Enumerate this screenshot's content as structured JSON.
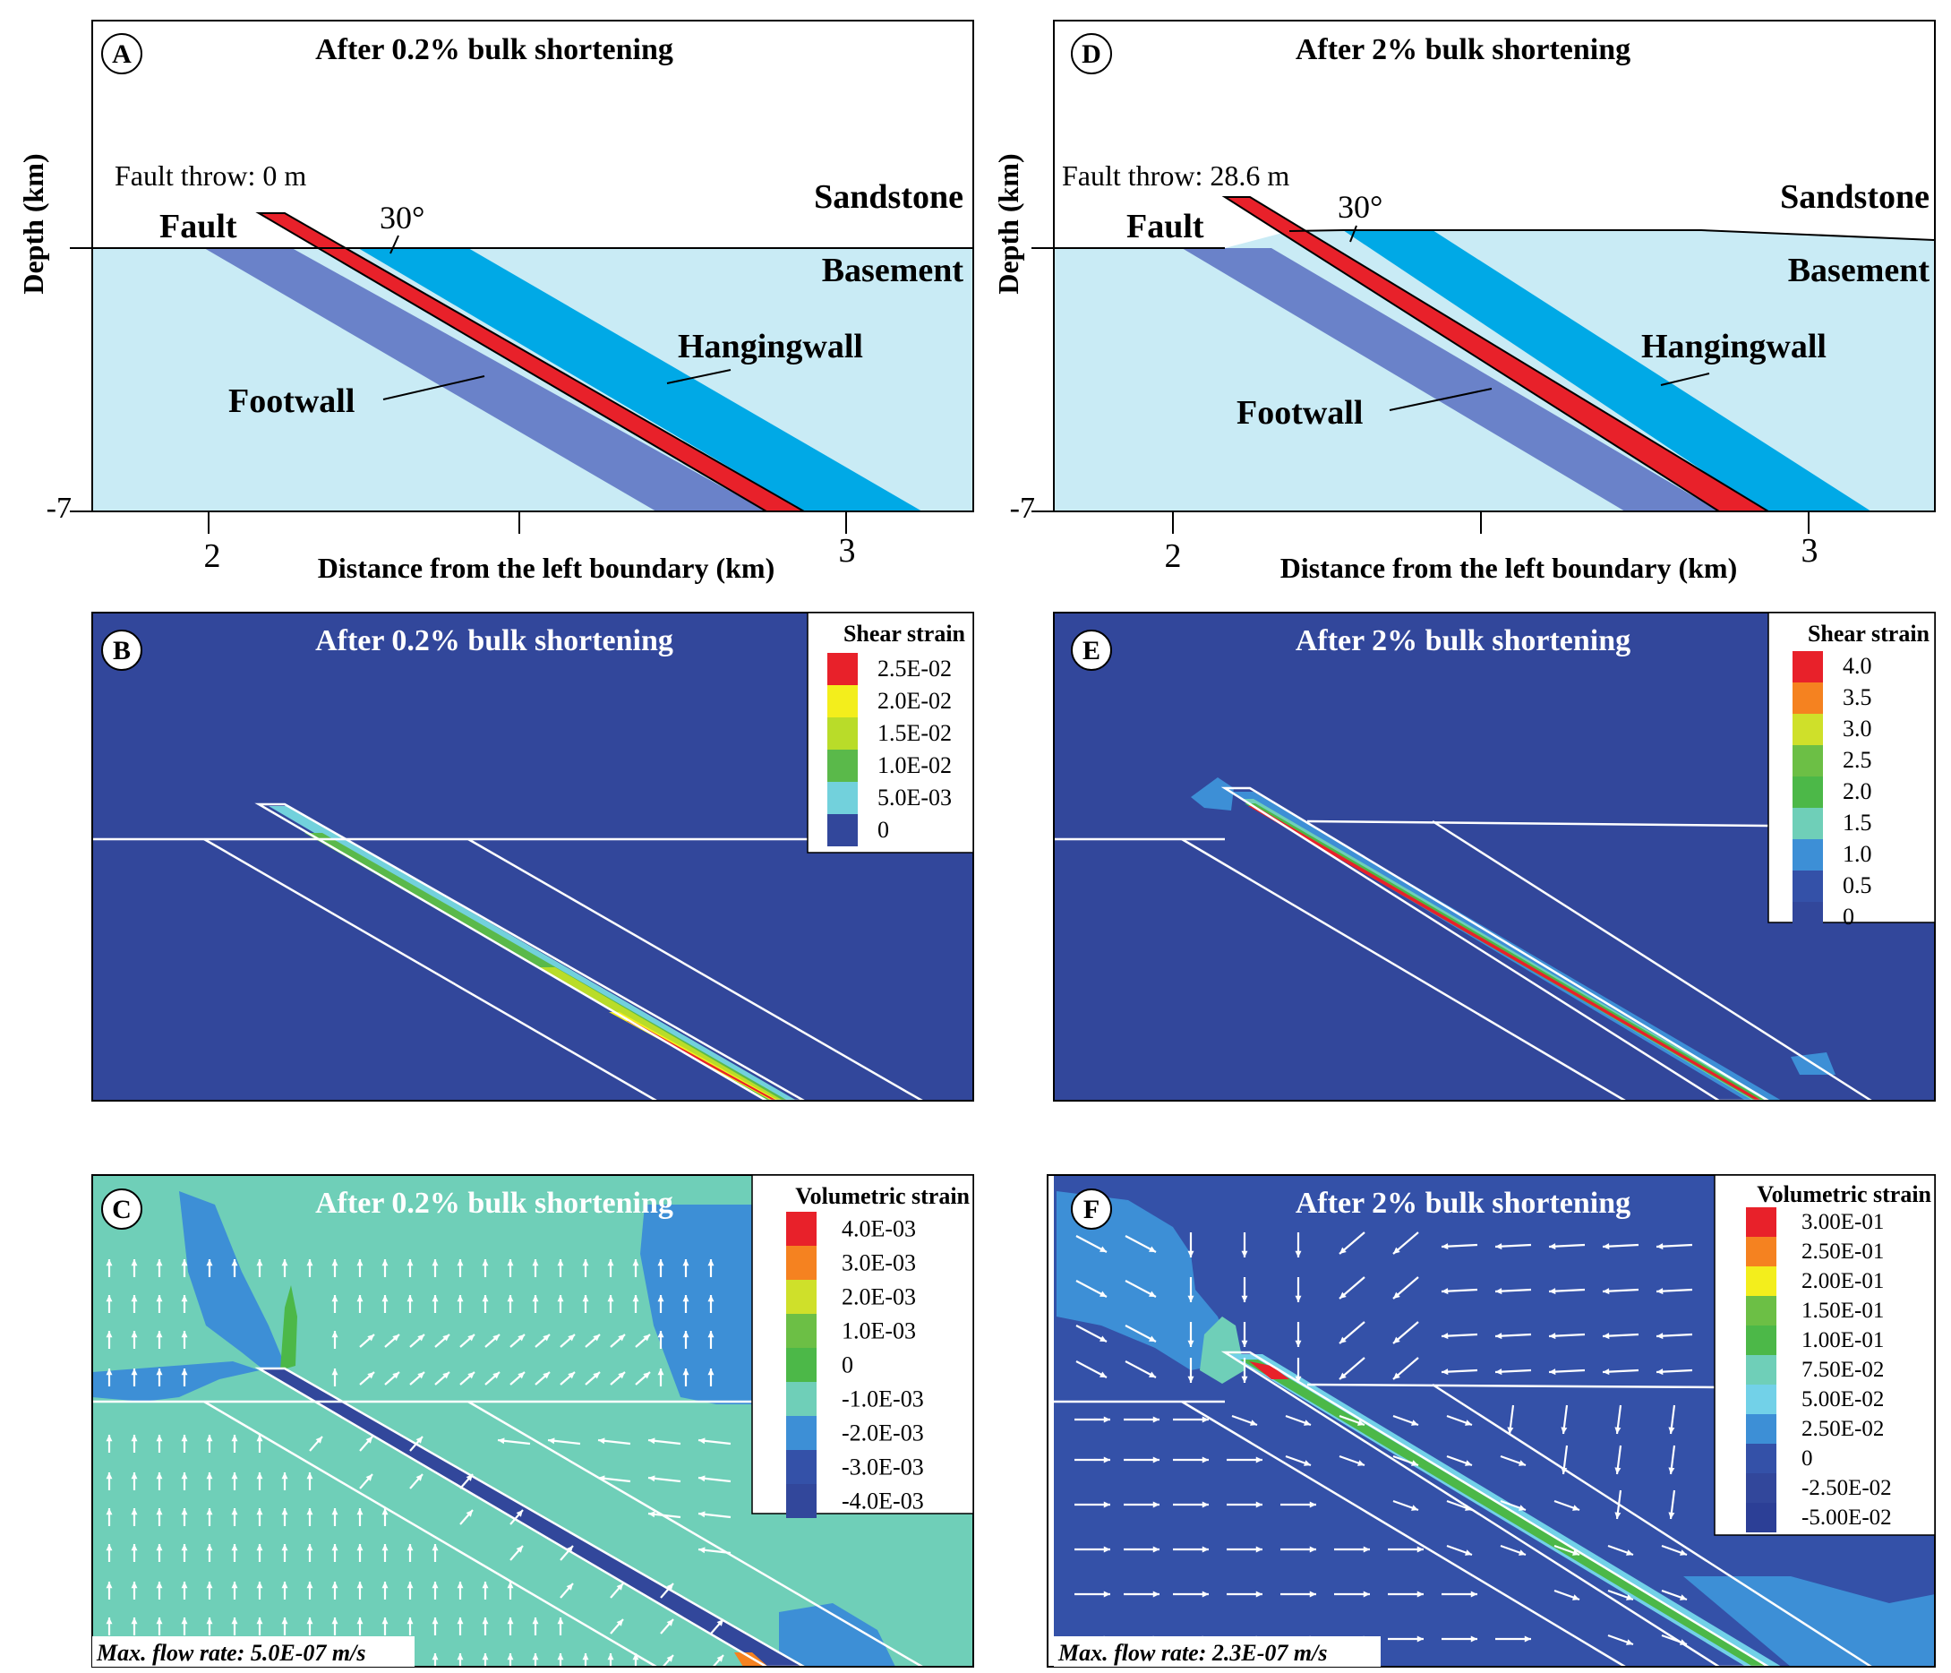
{
  "colors": {
    "basement": "#c9ebf5",
    "footwall": "#6a82c9",
    "hangingwall": "#00a9e6",
    "fault": "#e8212a",
    "contour_bg": "#32479b",
    "volumetric_bg": "#6fcfb8"
  },
  "panels": {
    "A": {
      "letter": "A",
      "title": "After 0.2% bulk shortening",
      "fault_throw": "Fault throw: 0 m",
      "angle": "30°",
      "labels": {
        "fault": "Fault",
        "sandstone": "Sandstone",
        "basement": "Basement",
        "hangingwall": "Hangingwall",
        "footwall": "Footwall"
      },
      "y_axis_label": "Depth (km)",
      "y_tick_bottom": "-7",
      "x_axis_label": "Distance from the left boundary (km)",
      "x_ticks": [
        "2",
        "3"
      ]
    },
    "D": {
      "letter": "D",
      "title": "After 2% bulk shortening",
      "fault_throw": "Fault throw: 28.6 m",
      "angle": "30°",
      "labels": {
        "fault": "Fault",
        "sandstone": "Sandstone",
        "basement": "Basement",
        "hangingwall": "Hangingwall",
        "footwall": "Footwall"
      },
      "y_axis_label": "Depth (km)",
      "y_tick_bottom": "-7",
      "x_axis_label": "Distance from the left boundary (km)",
      "x_ticks": [
        "2",
        "3"
      ]
    },
    "B": {
      "letter": "B",
      "title": "After 0.2% bulk shortening",
      "legend": {
        "title": "Shear strain",
        "entries": [
          {
            "label": "2.5E-02",
            "color": "#e8212a"
          },
          {
            "label": "2.0E-02",
            "color": "#f3ee1c"
          },
          {
            "label": "1.5E-02",
            "color": "#b9dc29"
          },
          {
            "label": "1.0E-02",
            "color": "#5ab94a"
          },
          {
            "label": "5.0E-03",
            "color": "#72d1dc"
          },
          {
            "label": "0",
            "color": "#32479b"
          }
        ]
      }
    },
    "E": {
      "letter": "E",
      "title": "After 2% bulk shortening",
      "legend": {
        "title": "Shear strain",
        "entries": [
          {
            "label": "4.0",
            "color": "#e8212a"
          },
          {
            "label": "3.5",
            "color": "#f58220"
          },
          {
            "label": "3.0",
            "color": "#cfe02a"
          },
          {
            "label": "2.5",
            "color": "#6cbf45"
          },
          {
            "label": "2.0",
            "color": "#4cb848"
          },
          {
            "label": "1.5",
            "color": "#6fcfb8"
          },
          {
            "label": "1.0",
            "color": "#3d8fd6"
          },
          {
            "label": "0.5",
            "color": "#3451a8"
          },
          {
            "label": "0",
            "color": "#32479b"
          }
        ]
      }
    },
    "C": {
      "letter": "C",
      "title": "After 0.2% bulk shortening",
      "flow_rate": "Max. flow rate: 5.0E-07 m/s",
      "legend": {
        "title": "Volumetric strain",
        "entries": [
          {
            "label": "4.0E-03",
            "color": "#e8212a"
          },
          {
            "label": "3.0E-03",
            "color": "#f58220"
          },
          {
            "label": "2.0E-03",
            "color": "#cfe02a"
          },
          {
            "label": "1.0E-03",
            "color": "#6cbf45"
          },
          {
            "label": "0",
            "color": "#4cb848"
          },
          {
            "label": "-1.0E-03",
            "color": "#6fcfb8"
          },
          {
            "label": "-2.0E-03",
            "color": "#3d8fd6"
          },
          {
            "label": "-3.0E-03",
            "color": "#3451a8"
          },
          {
            "label": "-4.0E-03",
            "color": "#32479b"
          }
        ]
      }
    },
    "F": {
      "letter": "F",
      "title": "After 2% bulk shortening",
      "flow_rate": "Max. flow rate: 2.3E-07 m/s",
      "legend": {
        "title": "Volumetric strain",
        "entries": [
          {
            "label": "3.00E-01",
            "color": "#e8212a"
          },
          {
            "label": "2.50E-01",
            "color": "#f58220"
          },
          {
            "label": "2.00E-01",
            "color": "#f3ee1c"
          },
          {
            "label": "1.50E-01",
            "color": "#6cbf45"
          },
          {
            "label": "1.00E-01",
            "color": "#4cb848"
          },
          {
            "label": "7.50E-02",
            "color": "#6fcfb8"
          },
          {
            "label": "5.00E-02",
            "color": "#72d1e8"
          },
          {
            "label": "2.50E-02",
            "color": "#3d8fd6"
          },
          {
            "label": "0",
            "color": "#3451a8"
          },
          {
            "label": "-2.50E-02",
            "color": "#32479b"
          },
          {
            "label": "-5.00E-02",
            "color": "#2c3f96"
          }
        ]
      }
    }
  }
}
